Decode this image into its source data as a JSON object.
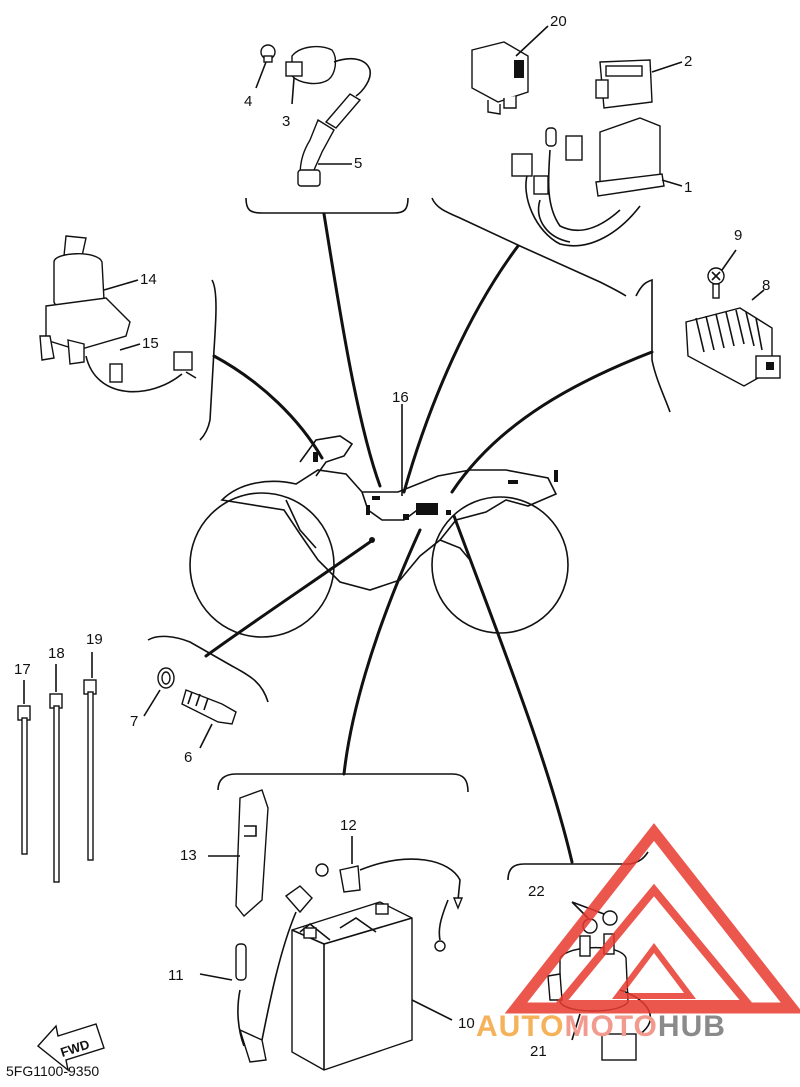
{
  "diagram": {
    "code": "5FG1100-9350",
    "fwd_label": "FWD",
    "callouts": {
      "p1": "1",
      "p2": "2",
      "p3": "3",
      "p4": "4",
      "p5": "5",
      "p6": "6",
      "p7": "7",
      "p8": "8",
      "p9": "9",
      "p10": "10",
      "p11": "11",
      "p12": "12",
      "p13": "13",
      "p14": "14",
      "p15": "15",
      "p16": "16",
      "p17": "17",
      "p18": "18",
      "p19": "19",
      "p20": "20",
      "p21": "21",
      "p22": "22"
    }
  },
  "watermark": {
    "part_a": "AUTO",
    "part_b": "MOTO",
    "part_c": "HUB",
    "color_a": "#f5b25a",
    "color_b": "#f29a8e",
    "color_c": "#8a8a8a",
    "triangle_color": "#e8392f"
  }
}
